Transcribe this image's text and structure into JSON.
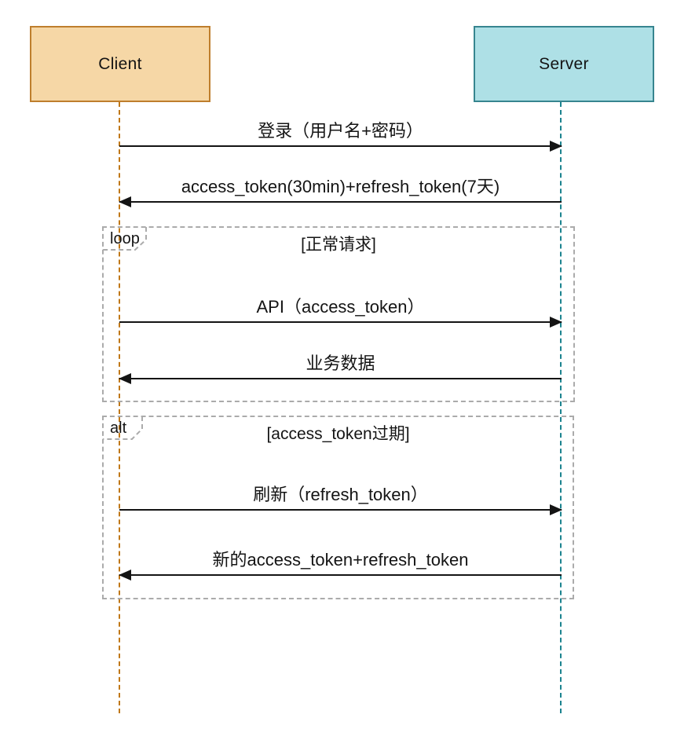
{
  "diagram": {
    "type": "sequence",
    "actors": [
      {
        "id": "client",
        "label": "Client"
      },
      {
        "id": "server",
        "label": "Server"
      }
    ],
    "messages": [
      {
        "label": "登录（用户名+密码）",
        "from": "client",
        "to": "server"
      },
      {
        "label": "access_token(30min)+refresh_token(7天)",
        "from": "server",
        "to": "client"
      },
      {
        "label": "API（access_token）",
        "from": "client",
        "to": "server"
      },
      {
        "label": "业务数据",
        "from": "server",
        "to": "client"
      },
      {
        "label": "刷新（refresh_token）",
        "from": "client",
        "to": "server"
      },
      {
        "label": "新的access_token+refresh_token",
        "from": "server",
        "to": "client"
      }
    ],
    "frames": [
      {
        "operator": "loop",
        "condition": "[正常请求]",
        "contains_messages": [
          2,
          3
        ]
      },
      {
        "operator": "alt",
        "condition": "[access_token过期]",
        "contains_messages": [
          4,
          5
        ]
      }
    ],
    "colors": {
      "client_fill": "#F6D7A6",
      "client_border": "#BE7E2D",
      "client_lifeline": "#C07818",
      "server_fill": "#AEE0E6",
      "server_border": "#37858F",
      "server_lifeline": "#1B838F",
      "frame_border": "#ABABAB",
      "arrow": "#141414"
    }
  }
}
